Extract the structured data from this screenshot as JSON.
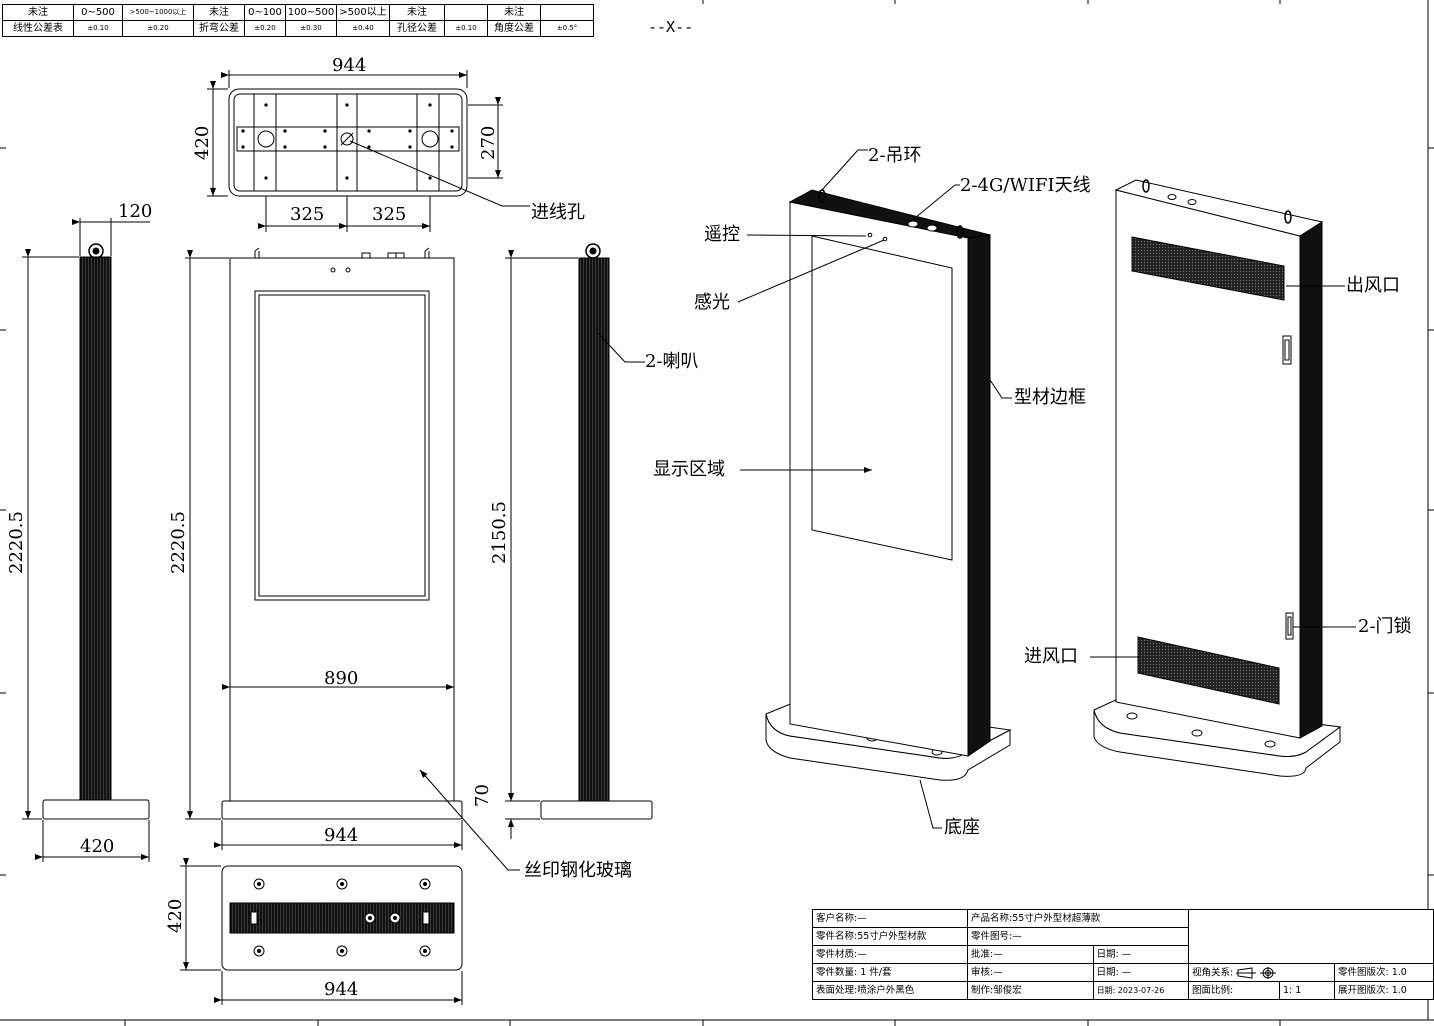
{
  "tolerance_table": {
    "row1": [
      "未注",
      "0~500",
      ">500~1000以上",
      "未注",
      "0~100",
      "100~500",
      ">500以上",
      "未注",
      "",
      "未注",
      ""
    ],
    "row2": [
      "线性公差表",
      "±0.10",
      "±0.20",
      "折弯公差",
      "±0.20",
      "±0.30",
      "±0.40",
      "孔径公差",
      "±0.10",
      "角度公差",
      "±0.5°"
    ]
  },
  "view_marker": "--X--",
  "dimensions": {
    "top_width": "944",
    "top_depth": "420",
    "top_hole_spacing": "270",
    "top_left_offset": "325",
    "top_right_offset": "325",
    "side_width": "120",
    "side_height": "2220.5",
    "front_height": "2220.5",
    "back_height": "2150.5",
    "screen_width": "890",
    "base_height": "70",
    "side_base_depth": "420",
    "front_base_width": "944",
    "bottom_depth": "420",
    "bottom_width": "944"
  },
  "callouts": {
    "cable_hole": "进线孔",
    "speaker": "2-喇叭",
    "glass": "丝印钢化玻璃",
    "lifting_ring": "2-吊环",
    "antenna": "2-4G/WIFI天线",
    "remote": "遥控",
    "light_sensor": "感光",
    "frame": "型材边框",
    "display_area": "显示区域",
    "base": "底座",
    "air_outlet": "出风口",
    "door_lock": "2-门锁",
    "air_inlet": "进风口"
  },
  "title_block": {
    "customer": "客户名称:—",
    "product": "产品名称:55寸户外型材超薄款",
    "part_name": "零件名称:55寸户外型材款",
    "part_no": "零件图号:—",
    "material": "零件材质:—",
    "approve": "批准:—",
    "date1": "日期: —",
    "quantity": "零件数量: 1 件/套",
    "review": "审核:—",
    "date2": "日期: —",
    "view_relation": "视角关系:",
    "part_version": "零件图版次: 1.0",
    "surface": "表面处理:喷涂户外黑色",
    "maker": "制作:邹俊宏",
    "date3": "日期: 2023-07-26",
    "scale_label": "图面比例:",
    "scale_value": "1: 1",
    "expand_version": "展开图版次: 1.0"
  }
}
